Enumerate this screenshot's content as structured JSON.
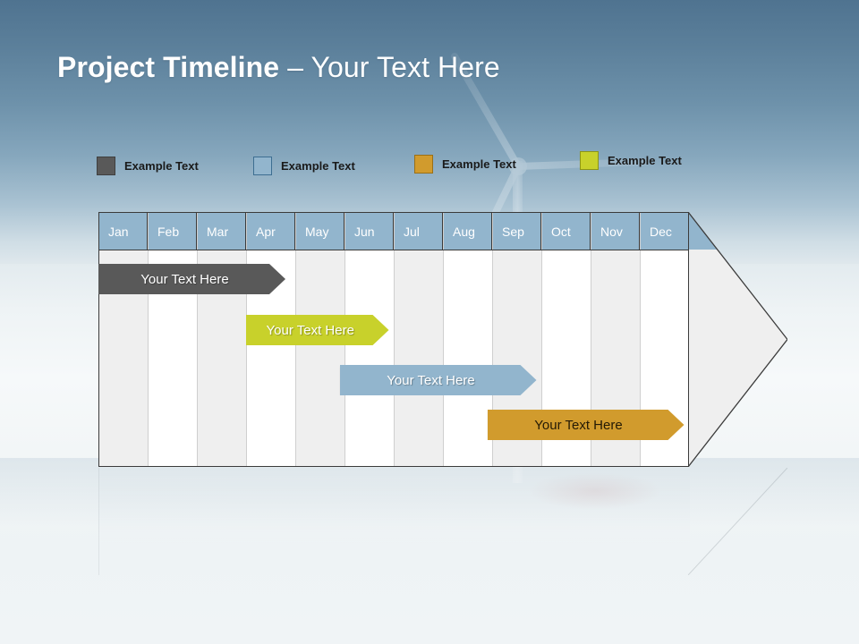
{
  "title": {
    "strong": "Project Timeline ",
    "light": "– Your Text Here"
  },
  "colors": {
    "gray": "#595959",
    "blue": "#92b5cd",
    "orange": "#d19b2d",
    "yellow_green": "#c8d12b",
    "header_blue": "#92b5cd",
    "grid_shaded": "#efefef",
    "grid_plain": "#ffffff",
    "outline": "#3b3b3b"
  },
  "legend": {
    "items": [
      {
        "label": "Example Text",
        "color": "#595959",
        "border": "#3f3f3f"
      },
      {
        "label": "Example Text",
        "color": "#92b5cd",
        "border": "#3d6e91"
      },
      {
        "label": "Example Text",
        "color": "#d19b2d",
        "border": "#9a6f16"
      },
      {
        "label": "Example Text",
        "color": "#c8d12b",
        "border": "#8d9516"
      }
    ]
  },
  "chart_data": {
    "type": "bar",
    "chart_kind": "gantt-timeline",
    "title": "Project Timeline – Your Text Here",
    "categories": [
      "Jan",
      "Feb",
      "Mar",
      "Apr",
      "May",
      "Jun",
      "Jul",
      "Aug",
      "Sep",
      "Oct",
      "Nov",
      "Dec"
    ],
    "xlabel": "",
    "ylabel": "",
    "grid": true,
    "legend_position": "top",
    "series": [
      {
        "name": "Example Text",
        "label": "Your  Text Here",
        "color": "#595959",
        "text_color": "#ffffff",
        "start_month": "Jan",
        "end_month": "Apr",
        "start_index": 0,
        "end_index": 3.8,
        "row": 0
      },
      {
        "name": "Example Text",
        "label": "Your  Text Here",
        "color": "#c8d12b",
        "text_color": "#ffffff",
        "start_month": "Apr",
        "end_month": "Jun",
        "start_index": 3.0,
        "end_index": 5.9,
        "row": 1
      },
      {
        "name": "Example Text",
        "label": "Your  Text Here",
        "color": "#92b5cd",
        "text_color": "#ffffff",
        "start_month": "Jun",
        "end_month": "Sep",
        "start_index": 4.9,
        "end_index": 8.9,
        "row": 2
      },
      {
        "name": "Example Text",
        "label": "Your  Text Here",
        "color": "#d19b2d",
        "text_color": "#241a05",
        "start_month": "Sep",
        "end_month": "Dec",
        "start_index": 7.9,
        "end_index": 11.9,
        "row": 3
      }
    ]
  }
}
